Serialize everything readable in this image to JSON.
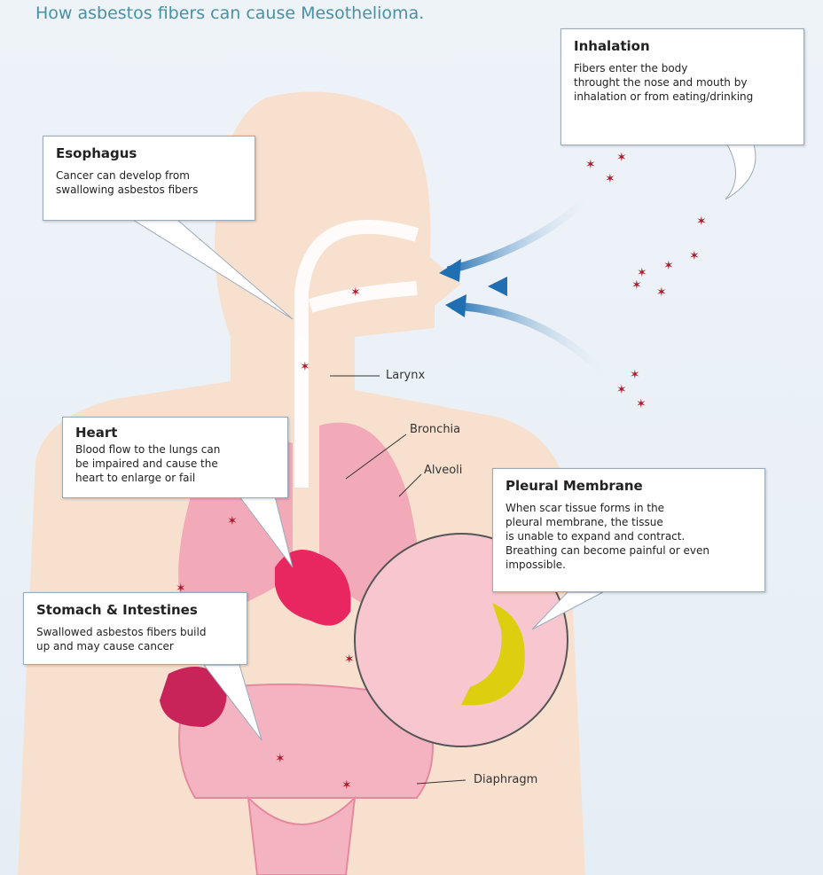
{
  "subtitle": "How asbestos fibers can cause Mesothelioma.",
  "boxes": {
    "inhalation": {
      "title": "Inhalation",
      "text": "Fibers enter the body\nthrought the nose and mouth by\ninhalation or from eating/drinking"
    },
    "esophagus": {
      "title": "Esophagus",
      "text": "Cancer can develop from\nswallowing asbestos fibers"
    },
    "heart": {
      "title": "Heart",
      "text": "Blood flow to the lungs can\nbe impaired and cause the\nheart to enlarge or fail"
    },
    "pleural": {
      "title": "Pleural Membrane",
      "text": "When scar tissue forms in the\npleural membrane, the tissue\nis unable to expand and contract.\nBreathing can become painful or even\nimpossible."
    },
    "stomach": {
      "title": "Stomach & Intestines",
      "text": "Swallowed asbestos fibers build\nup and may cause cancer"
    }
  },
  "labels": {
    "larynx": "Larynx",
    "bronchia": "Bronchia",
    "alveoli": "Alveoli",
    "diaphragm": "Diaphragm"
  },
  "colors": {
    "skin": "#f8e0cf",
    "lung": "#f2a9b8",
    "heart": "#e8265f",
    "fiber": "#b0182a",
    "arrow": "#1f6fb2",
    "scar": "#dccf10"
  }
}
